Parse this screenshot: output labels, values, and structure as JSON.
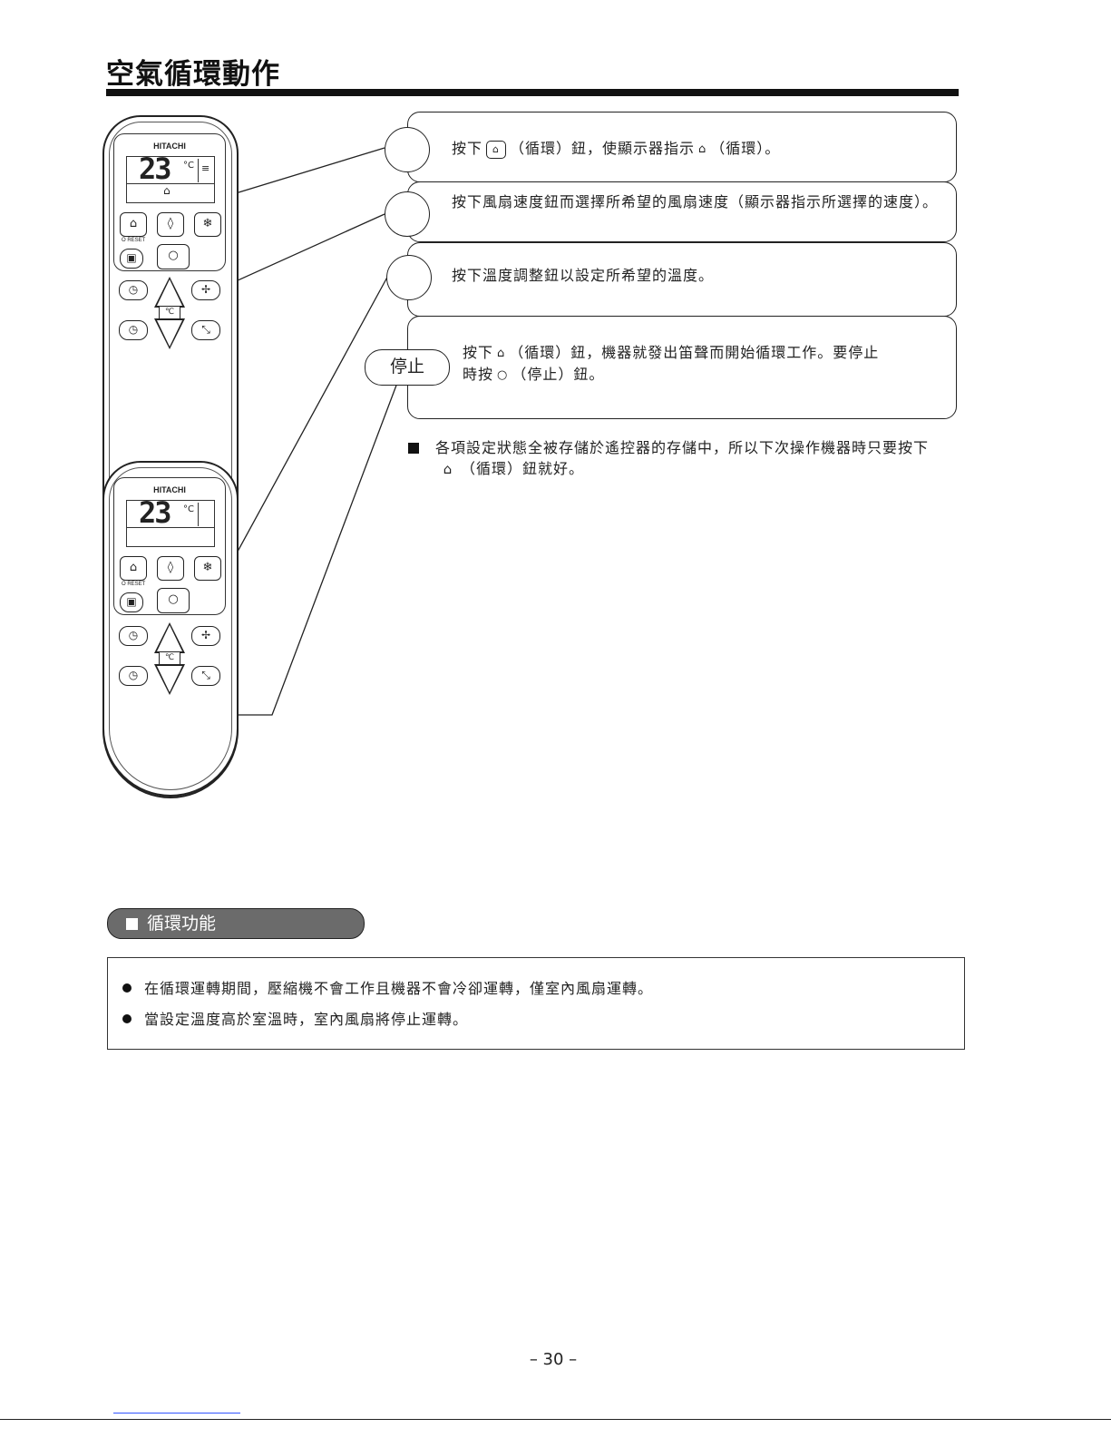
{
  "page": {
    "title": "空氣循環動作",
    "page_number": "– 30 –"
  },
  "remote_top": {
    "brand": "HITACHI",
    "temp": "23",
    "unit": "°C",
    "reset_label": "O RESET",
    "temp_button_label": "℃",
    "icons": [
      "circulate-button",
      "dry-button",
      "cool-button",
      "clock-button",
      "stop-button",
      "fan-button",
      "timer-button",
      "swing-button"
    ]
  },
  "remote_bottom": {
    "brand": "HITACHI",
    "temp": "23",
    "unit": "°C",
    "reset_label": "O RESET",
    "temp_button_label": "℃"
  },
  "steps": [
    {
      "text_a": "按下",
      "text_b": "（循環）鈕，使顯示器指示",
      "text_c": "（循環）。"
    },
    {
      "text": "按下風扇速度鈕而選擇所希望的風扇速度（顯示器指示所選擇的速度）。"
    },
    {
      "text": "按下溫度調整鈕以設定所希望的溫度。"
    },
    {
      "stop_label": "停止",
      "line1_a": "按下",
      "line1_b": "（循環）鈕，機器就發出笛聲而開始循環工作。要停止",
      "line2_a": "時按",
      "line2_b": "（停止）鈕。"
    }
  ],
  "note": {
    "text_a": "各項設定狀態全被存儲於遙控器的存儲中，所以下次操作機器時只要按下",
    "text_b": "（循環）鈕就好。"
  },
  "section": {
    "title": "循環功能",
    "bullets": [
      "在循環運轉期間，壓縮機不會工作且機器不會冷卻運轉，僅室內風扇運轉。",
      "當設定溫度高於室溫時，室內風扇將停止運轉。"
    ]
  },
  "icons": {
    "circulate": "⌂",
    "stop": "○",
    "dry": "◊",
    "cool": "❄",
    "fan": "✢",
    "clock": "◷",
    "swing": "⤡"
  }
}
